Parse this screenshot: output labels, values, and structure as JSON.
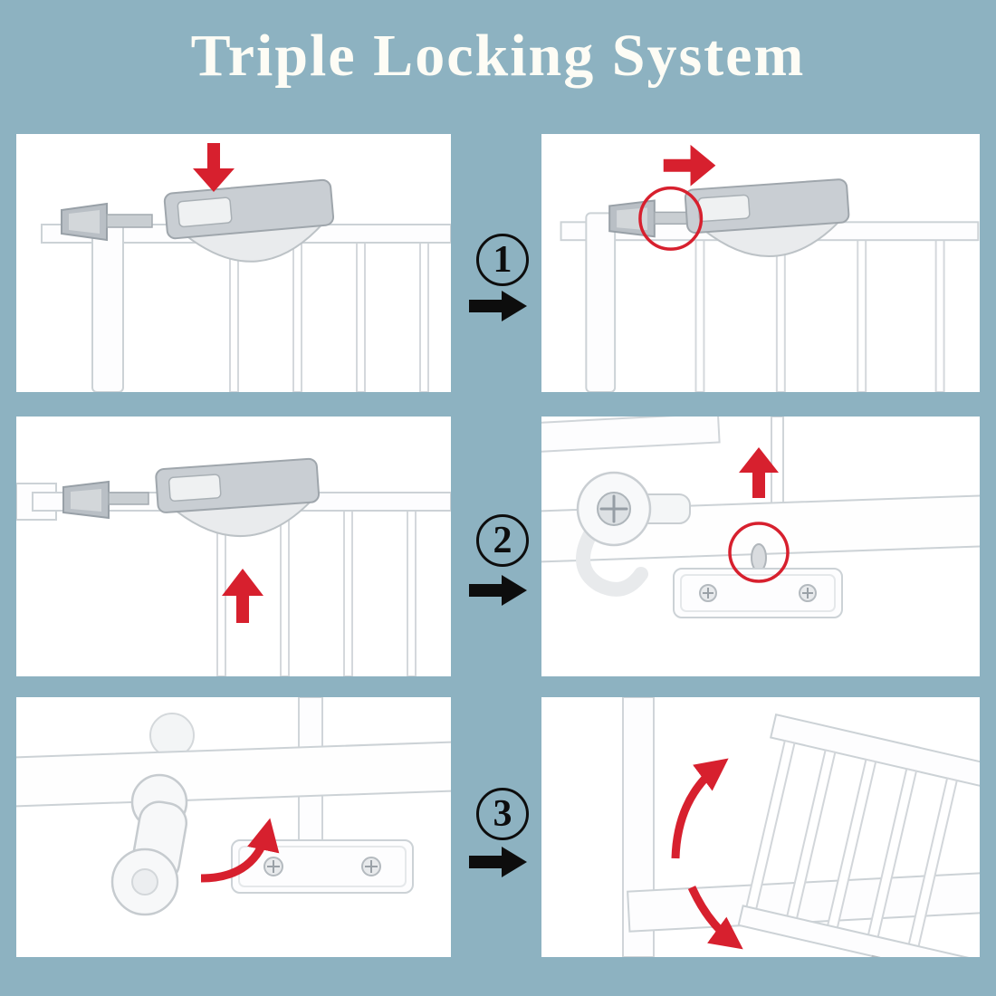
{
  "title": "Triple Locking System",
  "steps": [
    {
      "number": "1"
    },
    {
      "number": "2"
    },
    {
      "number": "3"
    }
  ],
  "colors": {
    "background": "#8db2c1",
    "panel": "#ffffff",
    "accent_red": "#d7202e",
    "arrow_black": "#0d0d0d",
    "hardware_gray": "#c7cdd1",
    "title_text": "#fdfcf5"
  },
  "icons": {
    "step_arrow": "black-right-arrow",
    "panel_1": "press-down-red-arrow",
    "panel_2": "slide-right-red-arrow-with-focus-circle",
    "panel_3": "lift-up-red-arrow",
    "panel_4": "pin-release-up-red-arrow-with-focus-circle",
    "panel_5": "rotate-knob-curved-red-arrow",
    "panel_6": "gate-swing-curved-red-arrows"
  }
}
